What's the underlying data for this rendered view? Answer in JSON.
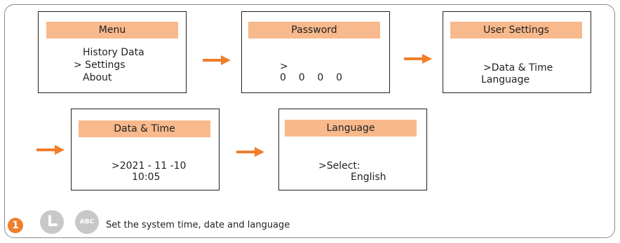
{
  "screens": {
    "menu": {
      "title": "Menu",
      "items": [
        "History Data",
        "> Settings",
        "About"
      ]
    },
    "password": {
      "title": "Password",
      "cursor": ">",
      "digits": "0    0    0    0"
    },
    "user_settings": {
      "title": "User Settings",
      "items": [
        ">Data & Time",
        "Language"
      ]
    },
    "date_time": {
      "title": "Data & Time",
      "date": ">2021 - 11 -10",
      "time": "10:05"
    },
    "language": {
      "title": "Language",
      "select": ">Select:",
      "value": "English"
    }
  },
  "footer": {
    "step_number": "1",
    "abc_label": "ABC",
    "caption": "Set the system time, date and language"
  },
  "colors": {
    "accent": "#f07e2c",
    "title_bar": "#f8b98c",
    "button": "#c8c8c8"
  },
  "icons": [
    "arrow-right-icon",
    "clock-button-icon",
    "abc-button-icon"
  ]
}
